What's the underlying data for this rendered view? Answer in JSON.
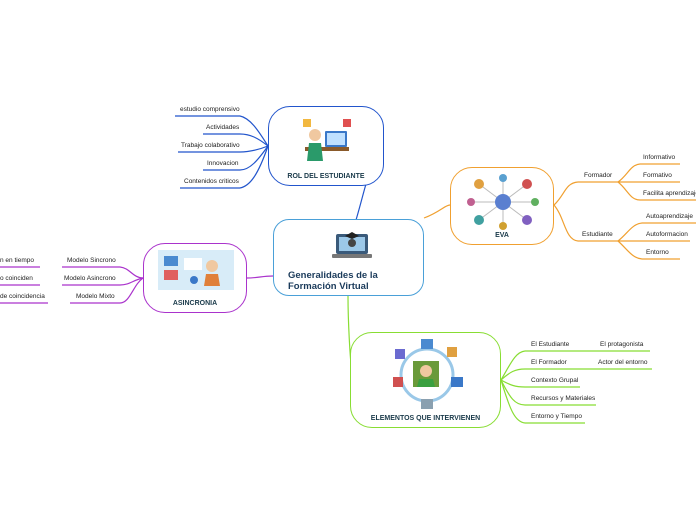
{
  "central": {
    "title_line1": "Generalidades de la",
    "title_line2": "Formación Virtual"
  },
  "rol": {
    "title": "ROL DEL ESTUDIANTE",
    "items": [
      "estudio comprensivo",
      "Actividades",
      "Trabajo colaborativo",
      "Innovacion",
      "Contenidos criticos"
    ]
  },
  "eva": {
    "title": "EVA",
    "formador": {
      "label": "Formador",
      "items": [
        "Informativo",
        "Formativo",
        "Facilita aprendizaje"
      ]
    },
    "estudiante": {
      "label": "Estudiante",
      "items": [
        "Autoaprendizaje",
        "Autoformacion",
        "Entorno"
      ]
    }
  },
  "asincronia": {
    "title": "ASINCRONIA",
    "items": [
      {
        "label": "Modelo Sincrono",
        "child": "n en tiempo"
      },
      {
        "label": "Modelo Asincrono",
        "child": "o coinciden"
      },
      {
        "label": "Modelo Mixto",
        "child": " de coincidencia"
      }
    ]
  },
  "elementos": {
    "title": "ELEMENTOS QUE INTERVIENEN",
    "items": [
      {
        "label": "El Estudiante",
        "child": "El protagonista"
      },
      {
        "label": "El Formador",
        "child": "Actor del entorno"
      },
      {
        "label": "Contexto Grupal",
        "child": ""
      },
      {
        "label": "Recursos y Materiales",
        "child": ""
      },
      {
        "label": "Entorno y Tiempo",
        "child": ""
      }
    ]
  },
  "colors": {
    "blue": "#2255cc",
    "orange": "#f0a030",
    "purple": "#aa33cc",
    "green": "#88dd33",
    "central_border": "#4aa0d8"
  }
}
